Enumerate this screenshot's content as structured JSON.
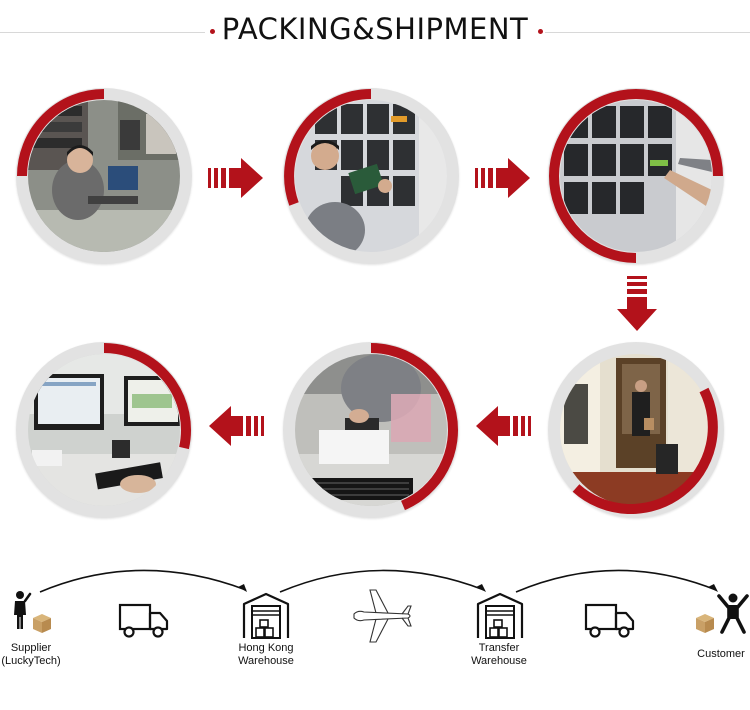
{
  "header": {
    "title": "PACKING&SHIPMENT",
    "accent_color": "#b3121b"
  },
  "photos": [
    {
      "name": "photo-technician-assembling",
      "scene": "technician at workbench"
    },
    {
      "name": "photo-testing-panels",
      "scene": "testing access panels"
    },
    {
      "name": "photo-configuring-panel",
      "scene": "configuring panel"
    },
    {
      "name": "photo-warehouse-corridor",
      "scene": "carrying goods to warehouse"
    },
    {
      "name": "photo-packing-product",
      "scene": "packing product"
    },
    {
      "name": "photo-office-records",
      "scene": "logging shipment at computer"
    }
  ],
  "shipment": {
    "supplier_label_line1": "Supplier",
    "supplier_label_line2": "(LuckyTech)",
    "hk_label_line1": "Hong Kong",
    "hk_label_line2": "Warehouse",
    "transfer_label_line1": "Transfer",
    "transfer_label_line2": "Warehouse",
    "customer_label": "Customer",
    "icons": [
      "person-icon",
      "box-icon",
      "truck-icon",
      "warehouse-icon",
      "airplane-icon",
      "warehouse-icon",
      "truck-icon",
      "box-icon",
      "celebrating-person-icon"
    ]
  }
}
